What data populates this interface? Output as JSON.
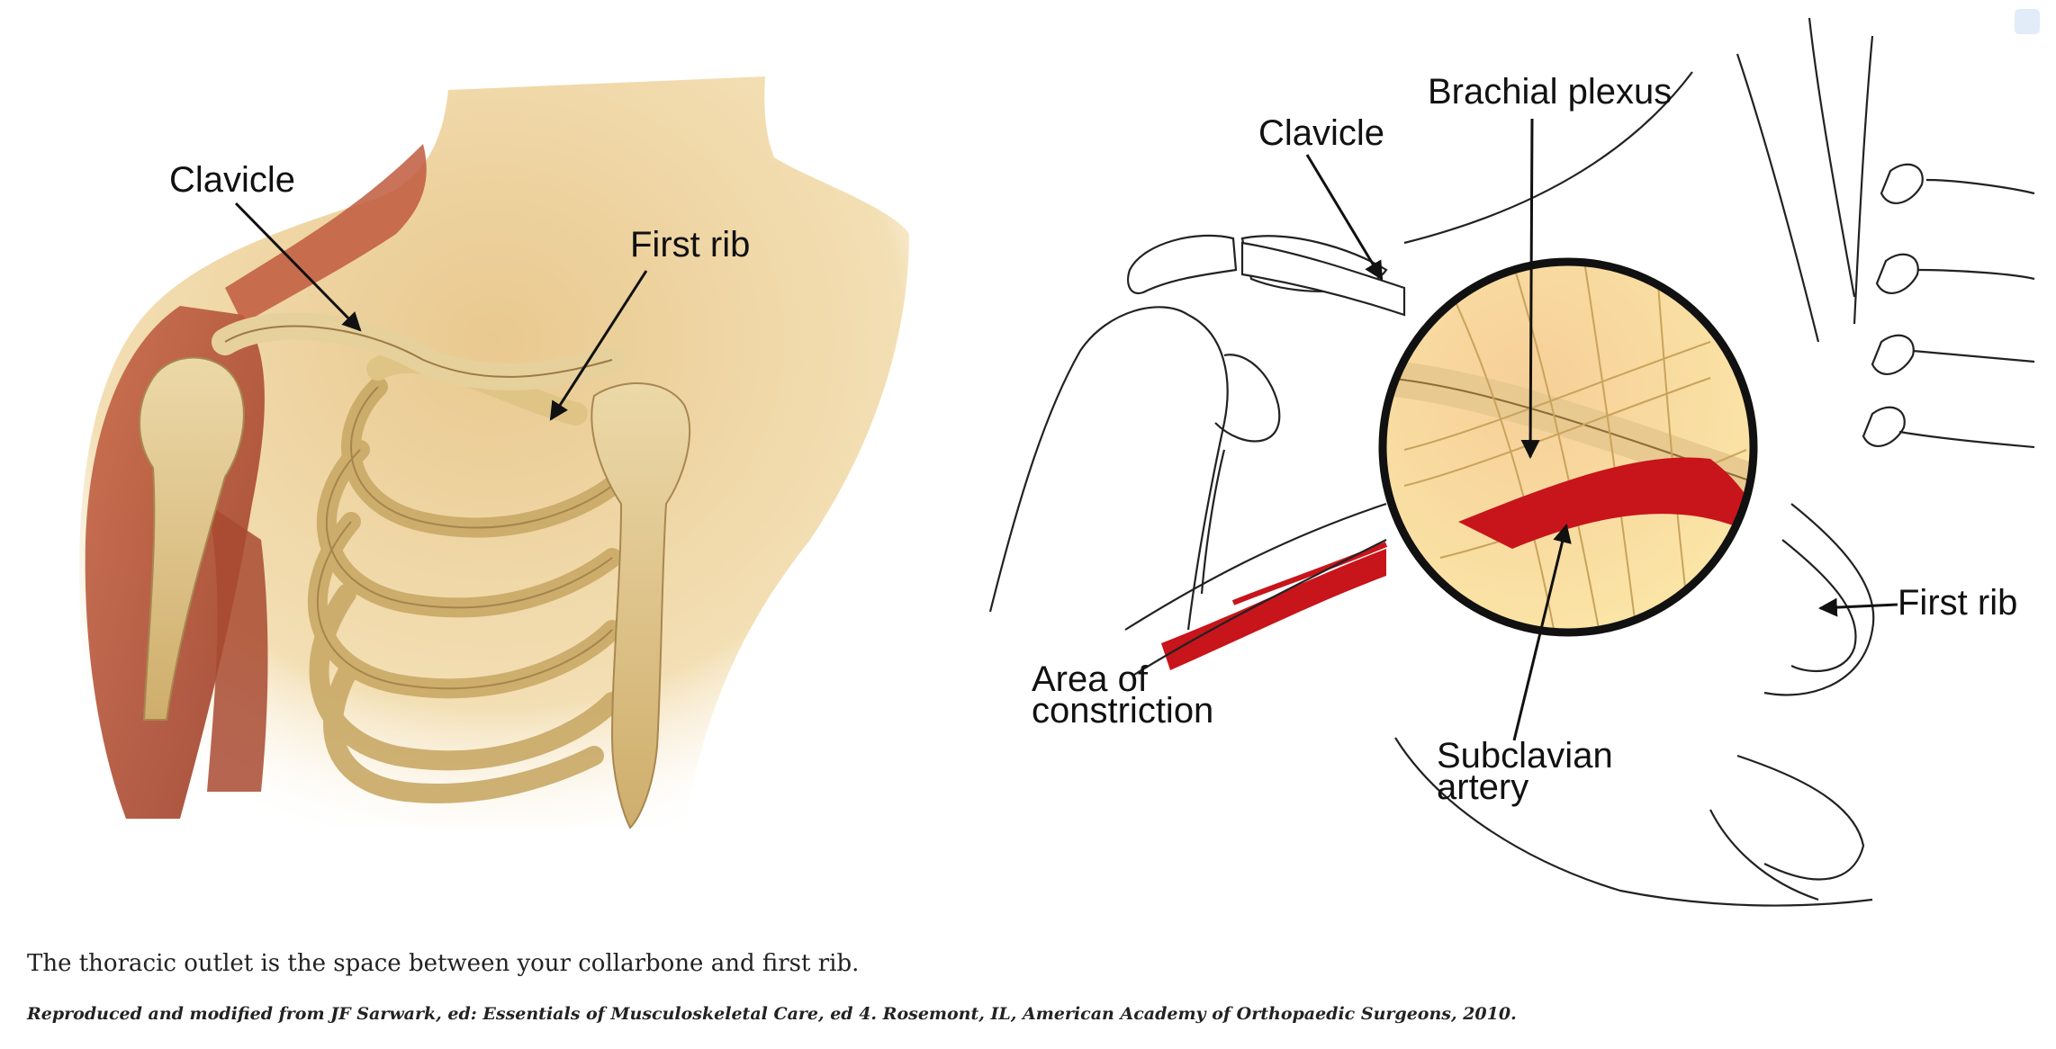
{
  "left_figure": {
    "labels": {
      "clavicle": "Clavicle",
      "first_rib": "First rib"
    }
  },
  "right_figure": {
    "labels": {
      "clavicle": "Clavicle",
      "brachial_plexus": "Brachial plexus",
      "first_rib": "First rib",
      "area_line1": "Area of",
      "area_line2": "constriction",
      "subclavian_line1": "Subclavian",
      "subclavian_line2": "artery"
    }
  },
  "caption": "The thoracic outlet is the space between your collarbone and first rib.",
  "credit": "Reproduced and modified from JF Sarwark, ed: Essentials of Musculoskeletal Care, ed 4. Rosemont, IL, American Academy of Orthopaedic Surgeons, 2010.",
  "colors": {
    "bone": "#e6cf9a",
    "muscle": "#b8553a",
    "skin": "#f1d9a8",
    "artery": "#c8141b",
    "magnifier_fill": "#f7dfa6",
    "ink": "#111111"
  }
}
